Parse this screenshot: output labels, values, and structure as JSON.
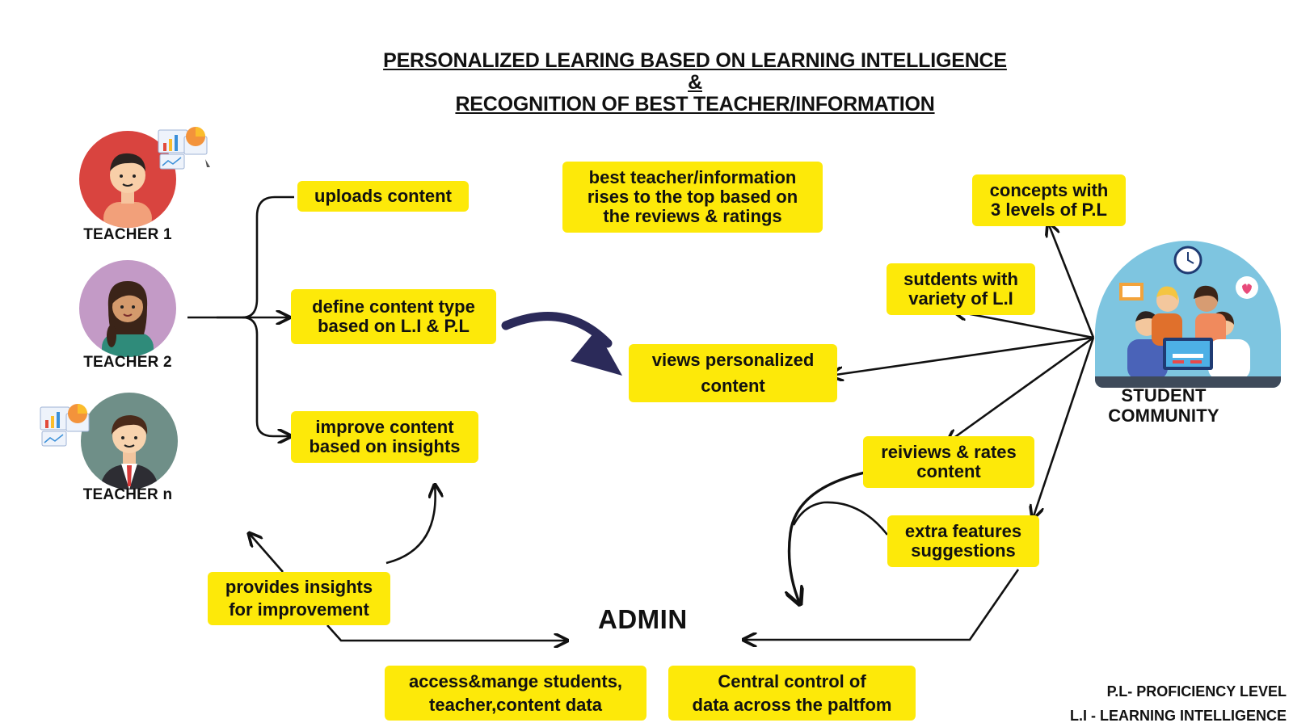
{
  "title": {
    "line1": "PERSONALIZED LEARING BASED ON LEARNING INTELLIGENCE",
    "line2": "&",
    "line3": "RECOGNITION OF BEST TEACHER/INFORMATION"
  },
  "teachers": [
    {
      "label": "TEACHER 1"
    },
    {
      "label": "TEACHER 2"
    },
    {
      "label": "TEACHER n"
    }
  ],
  "student_community": {
    "line1": "STUDENT",
    "line2": "COMMUNITY"
  },
  "admin": {
    "label": "ADMIN"
  },
  "boxes": {
    "uploads": {
      "line1": "uploads content"
    },
    "define": {
      "line1": "define content type",
      "line2": "based on L.I & P.L"
    },
    "improve": {
      "line1": "improve content",
      "line2": "based on insights"
    },
    "best": {
      "line1": "best teacher/information",
      "line2": "rises to the top based on",
      "line3": "the reviews & ratings"
    },
    "views": {
      "line1": "views personalized",
      "line2": "content"
    },
    "concepts": {
      "line1": "concepts with",
      "line2": "3 levels of P.L"
    },
    "students_li": {
      "line1": "sutdents with",
      "line2": "variety of L.I"
    },
    "reviews": {
      "line1": "reiviews & rates",
      "line2": "content"
    },
    "extra": {
      "line1": "extra features",
      "line2": "suggestions"
    },
    "insights": {
      "line1": "provides insights",
      "line2": "for improvement"
    },
    "access": {
      "line1": "access&mange students,",
      "line2": "teacher,content data"
    },
    "central": {
      "line1": "Central control of",
      "line2": "data across the paltfom"
    }
  },
  "legend": {
    "pl": "P.L- PROFICIENCY LEVEL",
    "li": "L.I - LEARNING INTELLIGENCE"
  },
  "colors": {
    "box": "#fde909",
    "big_arrow": "#2b2a59",
    "teacher1_bg": "#d9443f",
    "teacher2_bg": "#c39ac6",
    "teachern_bg": "#6f8f88",
    "community_bg": "#7ec5e0"
  }
}
